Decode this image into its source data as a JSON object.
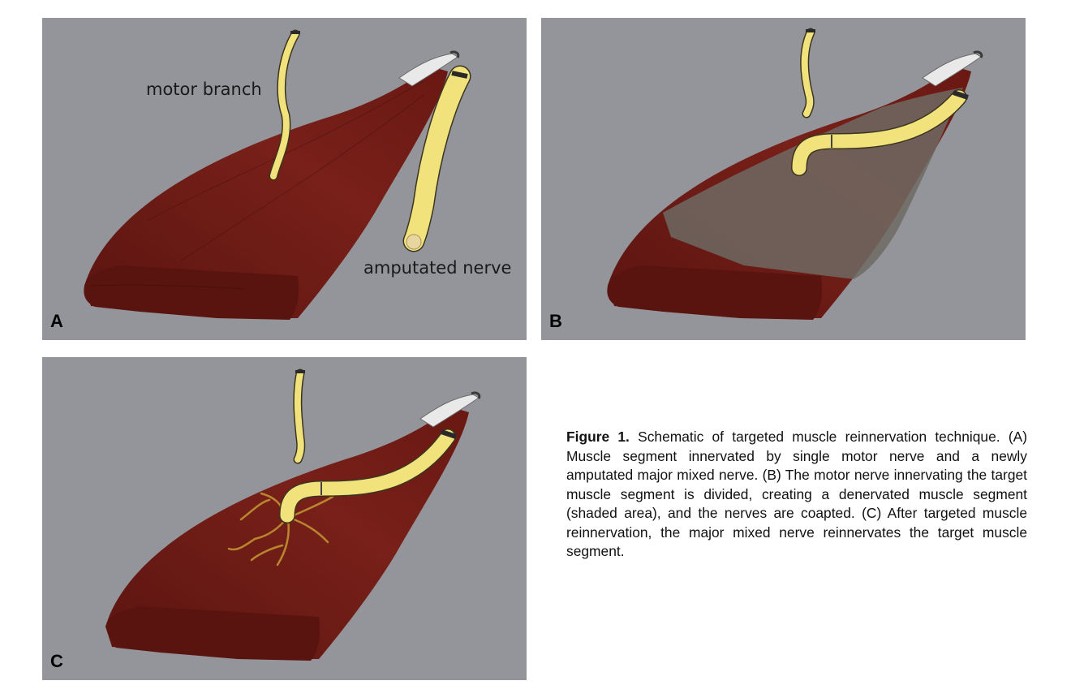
{
  "panels": [
    {
      "letter": "A",
      "labels": {
        "motor_branch": "motor branch",
        "amputated_nerve": "amputated nerve"
      }
    },
    {
      "letter": "B"
    },
    {
      "letter": "C"
    }
  ],
  "caption": {
    "label": "Figure 1.",
    "text": " Schematic of targeted muscle reinnervation technique. (A) Muscle segment innervated by single motor nerve and a newly amputated major mixed nerve. (B) The motor nerve innervating the target muscle segment is divided, creating a denervated muscle segment (shaded area), and the nerves are coapted. (C) After targeted muscle reinnervation, the major mixed nerve reinnervates the target muscle segment."
  },
  "colors": {
    "background": "#94959a",
    "muscle": "#6e1a14",
    "nerve": "#f1e27c",
    "tendon": "#e9e9e9",
    "denervated_shade": "#6f6a63",
    "branching": "#b8862e"
  }
}
